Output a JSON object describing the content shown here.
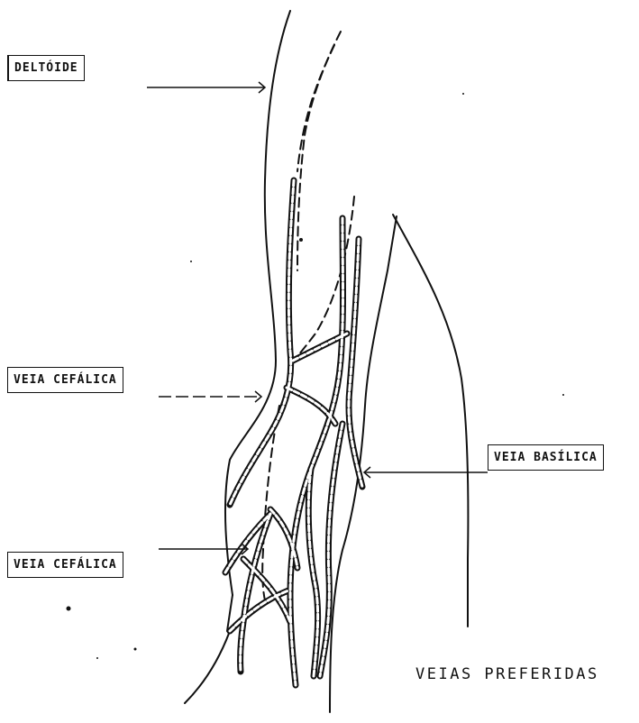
{
  "labels": {
    "deltoide": "DELTÓIDE",
    "veia_cefalica_upper": "VEIA CEFÁLICA",
    "veia_cefalica_lower": "VEIA CEFÁLICA",
    "veia_basilica": "VEIA BASÍLICA"
  },
  "title": "VEIAS PREFERIDAS",
  "colors": {
    "ink": "#111111",
    "vein_fill": "#ffffff"
  }
}
